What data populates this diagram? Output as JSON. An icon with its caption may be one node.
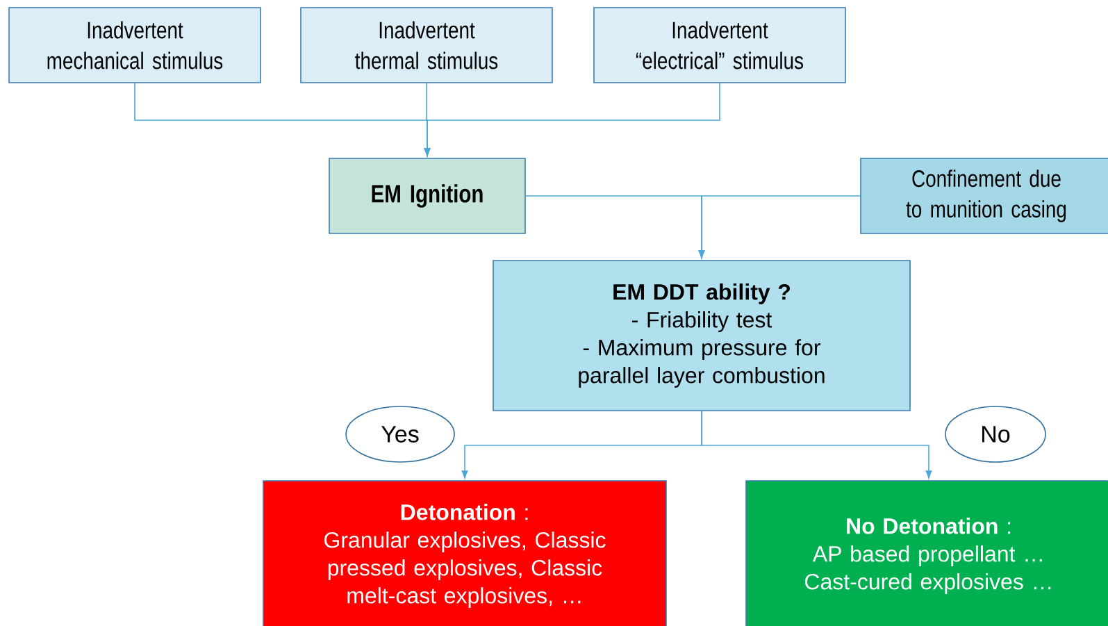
{
  "diagram": {
    "nodes": [
      {
        "text": [
          "Inadvertent mechanical stimulus"
        ]
      },
      {
        "text": [
          "Inadvertent thermal stimulus"
        ]
      },
      {
        "text": [
          "Inadvertent “electrical” stimulus"
        ]
      },
      {
        "text": [
          "EM Ignition"
        ]
      },
      {
        "text": [
          "Confinement due to munition casing"
        ]
      },
      {
        "text": [
          "EM DDT ability ?",
          "- Friability test",
          "- Maximum pressure for parallel layer combustion"
        ]
      },
      {
        "text": [
          "Yes"
        ]
      },
      {
        "text": [
          "No"
        ]
      },
      {
        "text": [
          "**Detonation** :",
          "Granular explosives, Classic pressed explosives, Classic melt-cast explosives, …"
        ]
      },
      {
        "text": [
          "**No Detonation** :",
          "AP based propellant …",
          "Cast-cured explosives …"
        ]
      }
    ],
    "edges": [
      {
        "from": 0,
        "to": 3,
        "arrow": "to"
      },
      {
        "from": 1,
        "to": 3,
        "arrow": "to"
      },
      {
        "from": 2,
        "to": 3,
        "arrow": "to"
      },
      {
        "from": 3,
        "to": 5,
        "arrow": "to"
      },
      {
        "from": 4,
        "to": 5,
        "arrow": "to"
      },
      {
        "from": 5,
        "to": 8,
        "arrow": "to"
      },
      {
        "from": 5,
        "to": 9,
        "arrow": "to"
      }
    ]
  }
}
